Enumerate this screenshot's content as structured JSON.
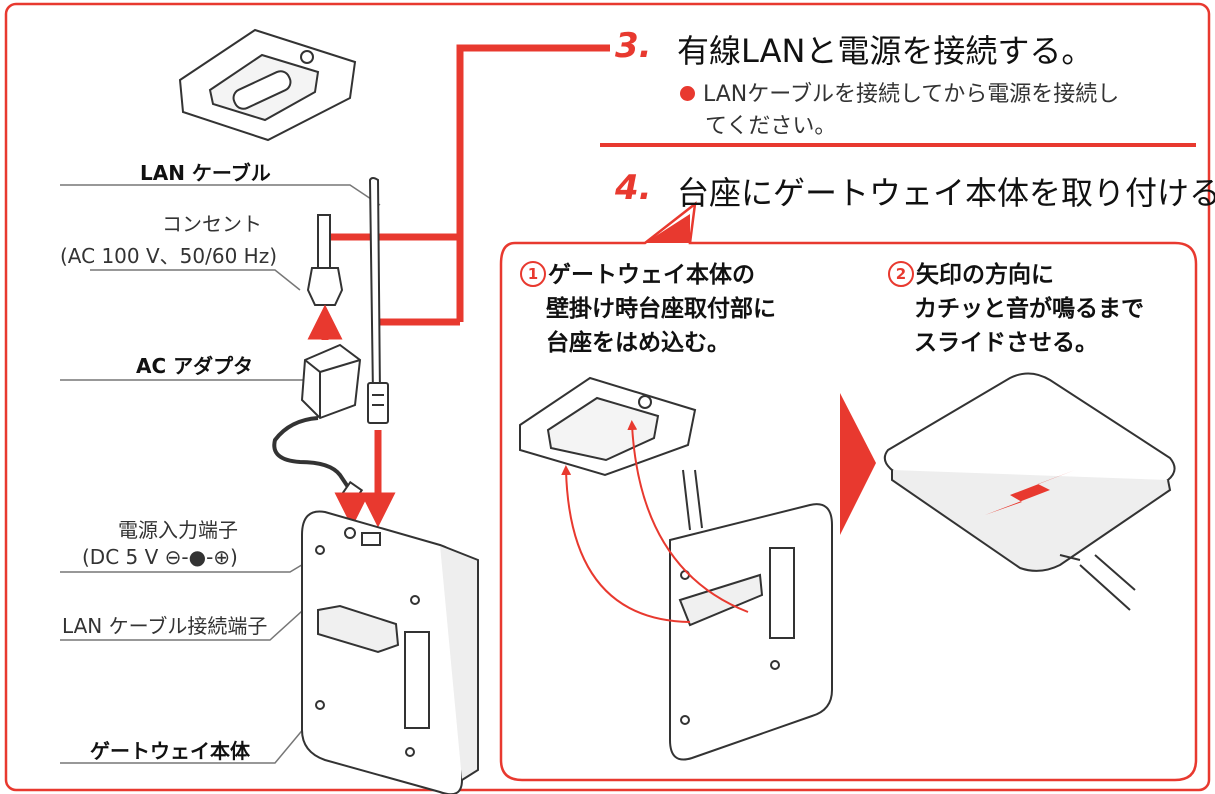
{
  "steps": [
    {
      "number": "3.",
      "title": "有線LANと電源を接続する。",
      "note": "LANケーブルを接続してから電源を接続し",
      "note_cont": "てください。"
    },
    {
      "number": "4.",
      "title": "台座にゲートウェイ本体を取り付ける。"
    }
  ],
  "labels": {
    "lan_cable": "LAN ケーブル",
    "outlet": "コンセント",
    "outlet_spec": "(AC 100 V、50/60 Hz)",
    "ac_adapter": "AC アダプタ",
    "power_port": "電源入力端子",
    "power_spec": "(DC 5 V ⊖-●-⊕)",
    "lan_port": "LAN ケーブル接続端子",
    "gateway": "ゲートウェイ本体"
  },
  "substeps": [
    {
      "num": "1",
      "line1": "ゲートウェイ本体の",
      "line2": "壁掛け時台座取付部に",
      "line3": "台座をはめ込む。"
    },
    {
      "num": "2",
      "line1": "矢印の方向に",
      "line2": "カチッと音が鳴るまで",
      "line3": "スライドさせる。"
    }
  ],
  "colors": {
    "accent": "#e8392f",
    "frame": "#e8392f",
    "line": "#666666"
  }
}
